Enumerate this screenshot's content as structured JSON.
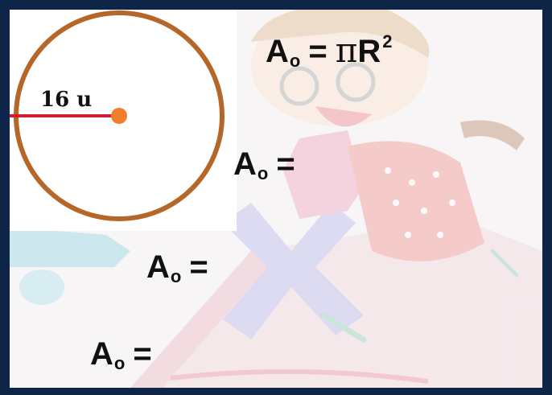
{
  "diagram": {
    "radius_label": "16 u",
    "formulas": [
      {
        "lhs": "A",
        "lhs_sub": "o",
        "eq": "=",
        "pi": "π",
        "var": "R",
        "sup": "2"
      },
      {
        "lhs": "A",
        "lhs_sub": "o",
        "eq": "="
      },
      {
        "lhs": "A",
        "lhs_sub": "o",
        "eq": "="
      },
      {
        "lhs": "A",
        "lhs_sub": "o",
        "eq": "="
      }
    ]
  },
  "colors": {
    "circle_stroke": "#b5672a",
    "radius_line": "#d11f2e",
    "center_dot": "#f07e2a",
    "border": "#0f2547"
  }
}
